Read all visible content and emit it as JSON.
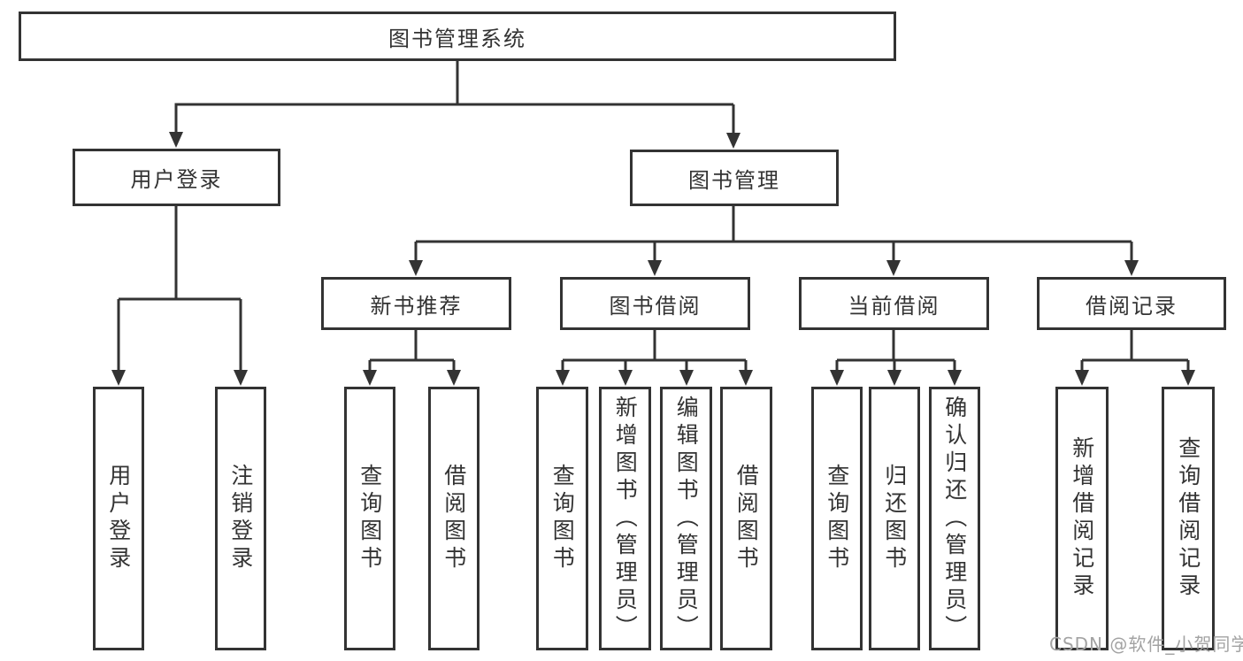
{
  "diagram": {
    "root": "图书管理系统",
    "level2": {
      "login": "用户登录",
      "manage": "图书管理"
    },
    "level3": {
      "recommend": "新书推荐",
      "borrow": "图书借阅",
      "current": "当前借阅",
      "records": "借阅记录"
    },
    "leaves": {
      "login": [
        "用户登录",
        "注销登录"
      ],
      "recommend": [
        "查询图书",
        "借阅图书"
      ],
      "borrow": [
        "查询图书",
        "新增图书（管理员）",
        "编辑图书（管理员）",
        "借阅图书"
      ],
      "current": [
        "查询图书",
        "归还图书",
        "确认归还（管理员）"
      ],
      "records": [
        "新增借阅记录",
        "查询借阅记录"
      ]
    }
  },
  "watermark": "CSDN @软件_小贺同学",
  "colors": {
    "line": "#333333",
    "text": "#333333",
    "watermark": "#a3a3a3",
    "background": "#ffffff"
  }
}
